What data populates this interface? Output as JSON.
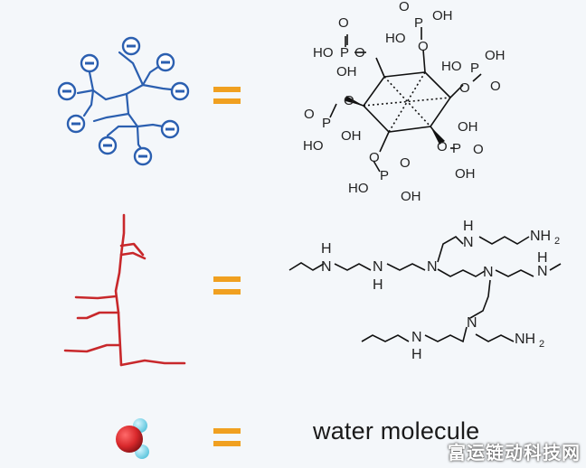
{
  "rows": [
    {
      "id": "phytic-acid",
      "symbol_color": "#2b5fb0",
      "groups": [
        "P",
        "OH",
        "HO",
        "O"
      ]
    },
    {
      "id": "polyethylenimine",
      "symbol_color": "#c8282b",
      "labels": {
        "nh2": "NH",
        "sub2": "2",
        "h": "H",
        "n": "N"
      }
    },
    {
      "id": "water",
      "caption": "water molecule",
      "colors": {
        "oxygen": "#d8282b",
        "hydrogen": "#7ad8ec"
      }
    }
  ],
  "equals_color": "#f0a020",
  "watermark": "富运链动科技网"
}
